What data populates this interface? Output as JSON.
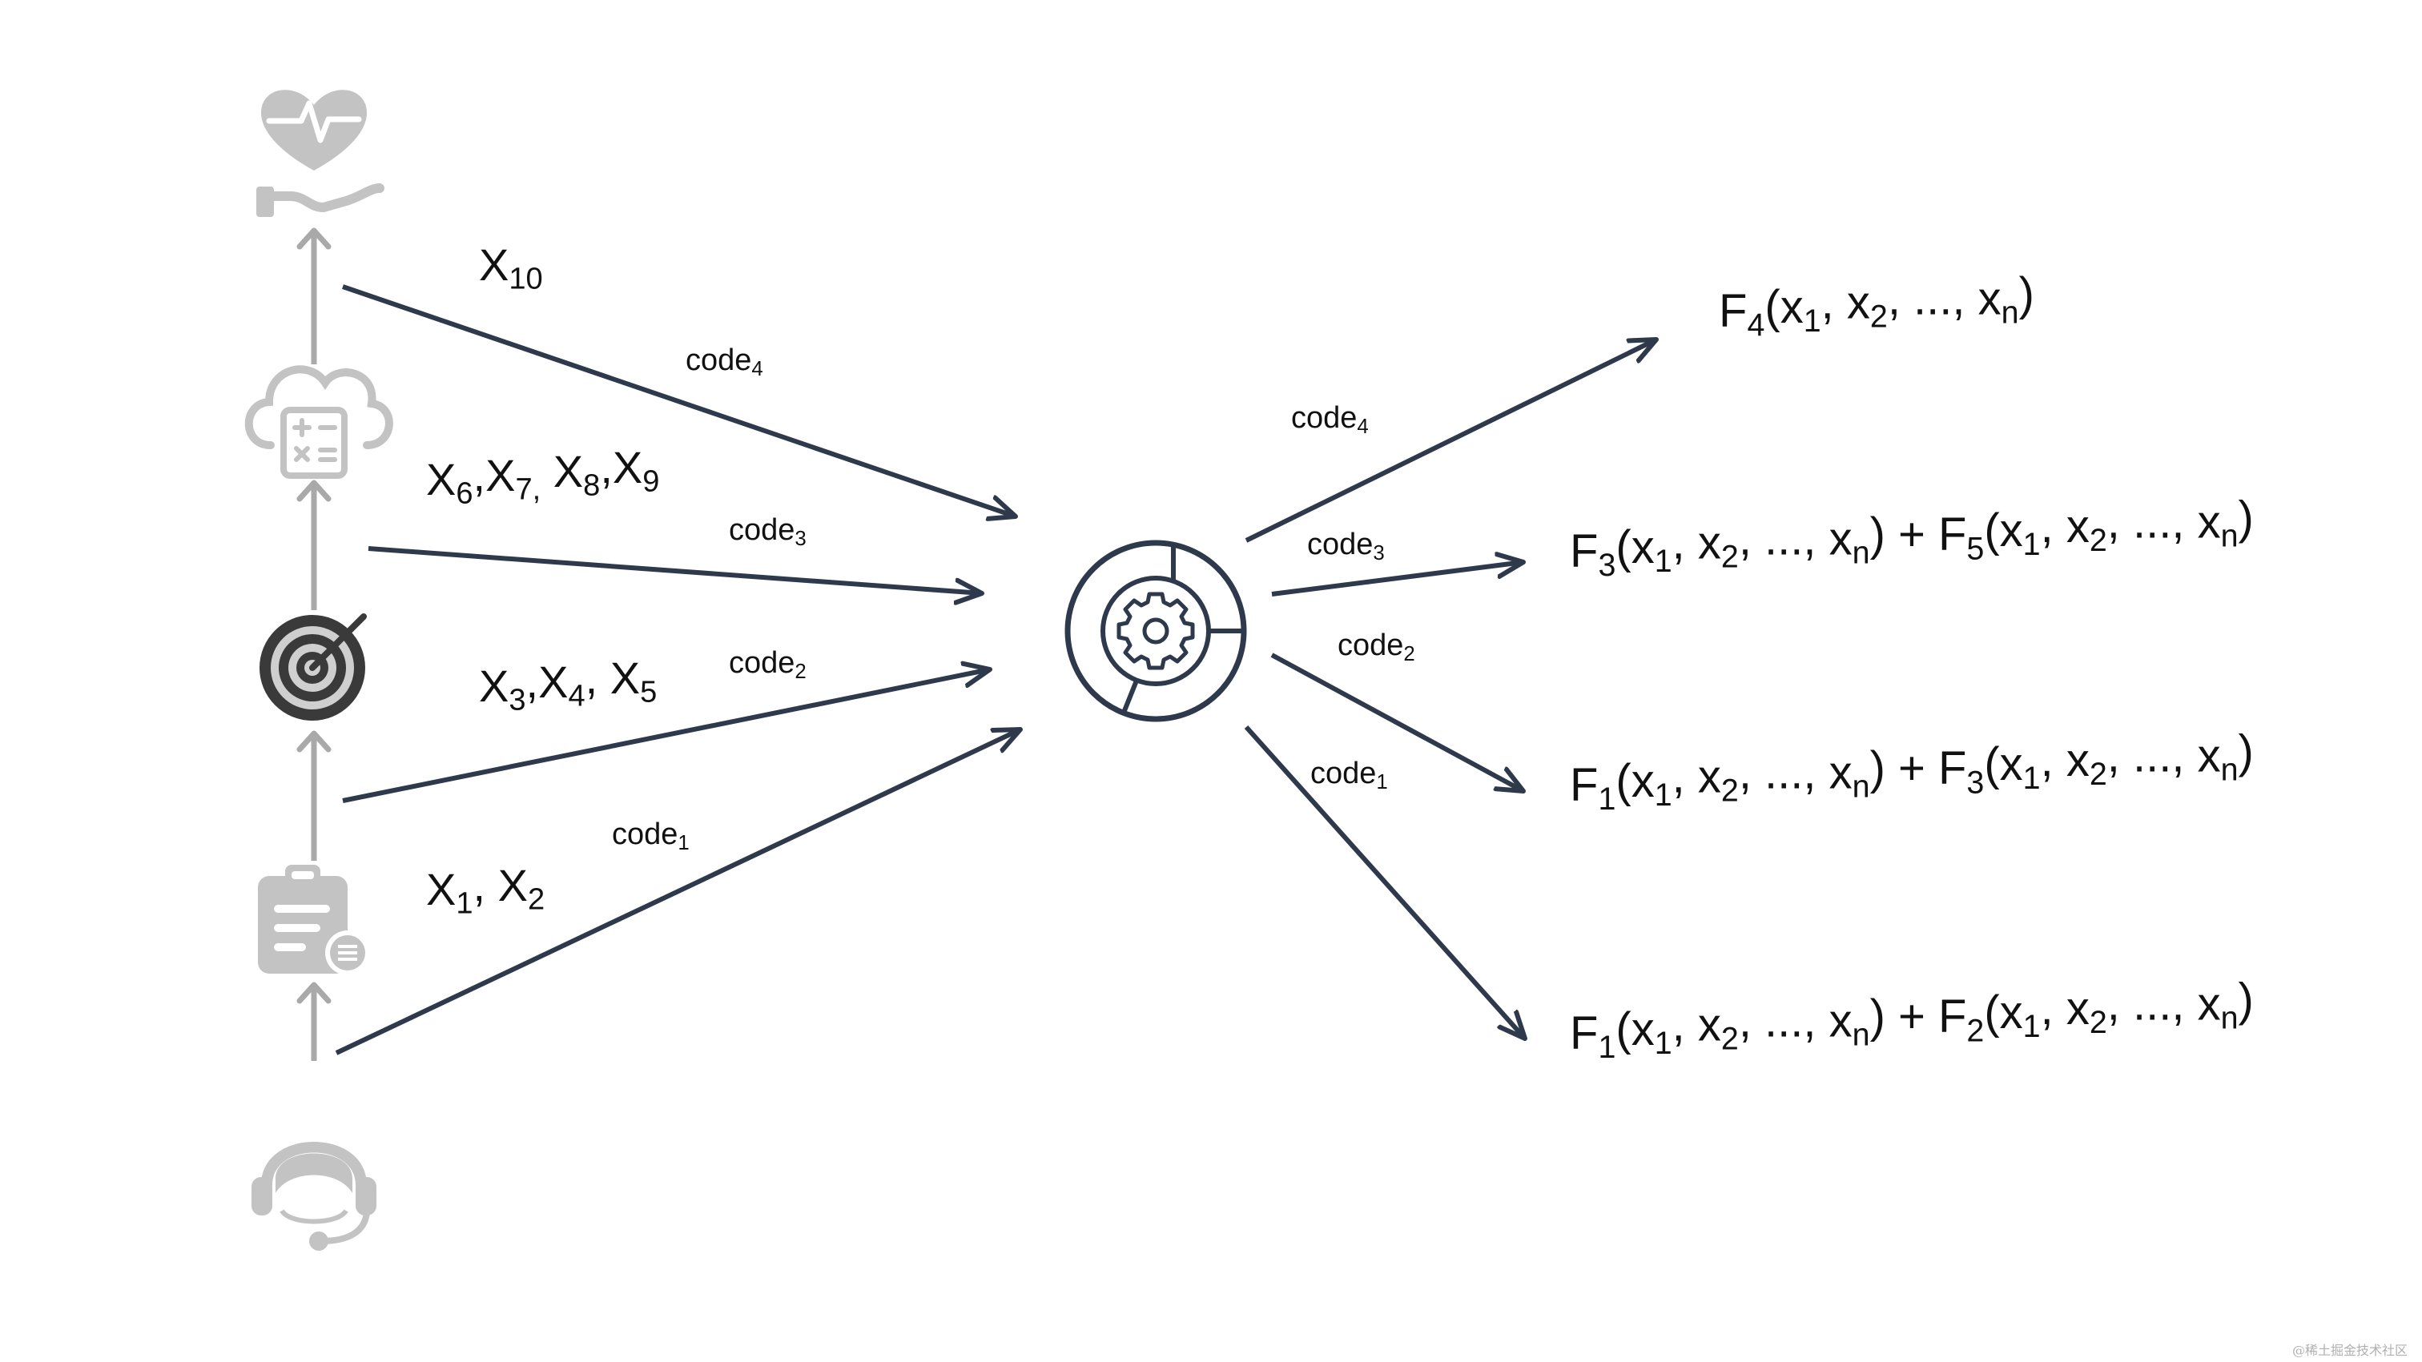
{
  "pipeline_icons": [
    {
      "name": "user-support-icon"
    },
    {
      "name": "clipboard-report-icon"
    },
    {
      "name": "target-icon"
    },
    {
      "name": "cloud-calculator-icon"
    },
    {
      "name": "hand-heart-icon"
    }
  ],
  "input_labels": [
    {
      "id": "x10",
      "parts": [
        {
          "t": "X"
        },
        {
          "t": "10",
          "sub": true
        }
      ]
    },
    {
      "id": "x6-9",
      "parts": [
        {
          "t": "X"
        },
        {
          "t": "6",
          "sub": true
        },
        {
          "t": ",X"
        },
        {
          "t": "7,",
          "sub": true
        },
        {
          "t": " X"
        },
        {
          "t": "8",
          "sub": true
        },
        {
          "t": ",X"
        },
        {
          "t": "9",
          "sub": true
        }
      ]
    },
    {
      "id": "x3-5",
      "parts": [
        {
          "t": "X"
        },
        {
          "t": "3",
          "sub": true
        },
        {
          "t": ",X"
        },
        {
          "t": "4",
          "sub": true
        },
        {
          "t": ", X"
        },
        {
          "t": "5",
          "sub": true
        }
      ]
    },
    {
      "id": "x1-2",
      "parts": [
        {
          "t": "X"
        },
        {
          "t": "1",
          "sub": true
        },
        {
          "t": ", X"
        },
        {
          "t": "2",
          "sub": true
        }
      ]
    }
  ],
  "input_codes": [
    {
      "id": "in-code4",
      "parts": [
        {
          "t": "code"
        },
        {
          "t": "4",
          "sub": true
        }
      ]
    },
    {
      "id": "in-code3",
      "parts": [
        {
          "t": "code"
        },
        {
          "t": "3",
          "sub": true
        }
      ]
    },
    {
      "id": "in-code2",
      "parts": [
        {
          "t": "code"
        },
        {
          "t": "2",
          "sub": true
        }
      ]
    },
    {
      "id": "in-code1",
      "parts": [
        {
          "t": "code"
        },
        {
          "t": "1",
          "sub": true
        }
      ]
    }
  ],
  "output_codes": [
    {
      "id": "out-code4",
      "parts": [
        {
          "t": "code"
        },
        {
          "t": "4",
          "sub": true
        }
      ]
    },
    {
      "id": "out-code3",
      "parts": [
        {
          "t": "code"
        },
        {
          "t": "3",
          "sub": true
        }
      ]
    },
    {
      "id": "out-code2",
      "parts": [
        {
          "t": "code"
        },
        {
          "t": "2",
          "sub": true
        }
      ]
    },
    {
      "id": "out-code1",
      "parts": [
        {
          "t": "code"
        },
        {
          "t": "1",
          "sub": true
        }
      ]
    }
  ],
  "outputs": [
    {
      "id": "f4",
      "parts": [
        {
          "t": "F"
        },
        {
          "t": "4",
          "sub": true
        },
        {
          "t": "(x"
        },
        {
          "t": "1",
          "sub": true
        },
        {
          "t": ", x"
        },
        {
          "t": "2",
          "sub": true
        },
        {
          "t": ", ..., x"
        },
        {
          "t": "n",
          "sub": true
        },
        {
          "t": ")"
        }
      ]
    },
    {
      "id": "f3f5",
      "parts": [
        {
          "t": "F"
        },
        {
          "t": "3",
          "sub": true
        },
        {
          "t": "(x"
        },
        {
          "t": "1",
          "sub": true
        },
        {
          "t": ", x"
        },
        {
          "t": "2",
          "sub": true
        },
        {
          "t": ", ..., x"
        },
        {
          "t": "n",
          "sub": true
        },
        {
          "t": ") + F"
        },
        {
          "t": "5",
          "sub": true
        },
        {
          "t": "(x"
        },
        {
          "t": "1",
          "sub": true
        },
        {
          "t": ", x"
        },
        {
          "t": "2",
          "sub": true
        },
        {
          "t": ", ..., x"
        },
        {
          "t": "n",
          "sub": true
        },
        {
          "t": ")"
        }
      ]
    },
    {
      "id": "f1f3",
      "parts": [
        {
          "t": "F"
        },
        {
          "t": "1",
          "sub": true
        },
        {
          "t": "(x"
        },
        {
          "t": "1",
          "sub": true
        },
        {
          "t": ", x"
        },
        {
          "t": "2",
          "sub": true
        },
        {
          "t": ", ..., x"
        },
        {
          "t": "n",
          "sub": true
        },
        {
          "t": ") + F"
        },
        {
          "t": "3",
          "sub": true
        },
        {
          "t": "(x"
        },
        {
          "t": "1",
          "sub": true
        },
        {
          "t": ", x"
        },
        {
          "t": "2",
          "sub": true
        },
        {
          "t": ", ..., x"
        },
        {
          "t": "n",
          "sub": true
        },
        {
          "t": ")"
        }
      ]
    },
    {
      "id": "f1f2",
      "parts": [
        {
          "t": "F"
        },
        {
          "t": "1",
          "sub": true
        },
        {
          "t": "(x"
        },
        {
          "t": "1",
          "sub": true
        },
        {
          "t": ", x"
        },
        {
          "t": "2",
          "sub": true
        },
        {
          "t": ", ..., x"
        },
        {
          "t": "n",
          "sub": true
        },
        {
          "t": ") + F"
        },
        {
          "t": "2",
          "sub": true
        },
        {
          "t": "(x"
        },
        {
          "t": "1",
          "sub": true
        },
        {
          "t": ", x"
        },
        {
          "t": "2",
          "sub": true
        },
        {
          "t": ", ..., x"
        },
        {
          "t": "n",
          "sub": true
        },
        {
          "t": ")"
        }
      ]
    }
  ],
  "hub": {
    "name": "gear-dashboard-icon"
  },
  "watermark": "@稀土掘金技术社区",
  "colors": {
    "arrow": "#2e3a4b",
    "icon_gray": "#c3c3c3",
    "pipe_gray": "#a9a9a9",
    "active_icon": "#3a3a3a",
    "text": "#111111",
    "background": "#ffffff"
  }
}
